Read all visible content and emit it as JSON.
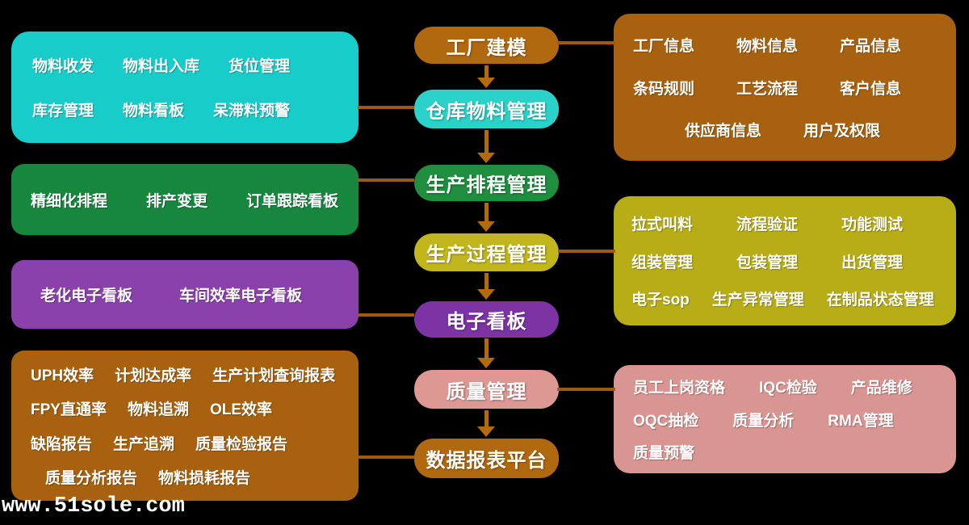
{
  "colors": {
    "background": "#000000",
    "box_brown": "#A8620F",
    "box_cyan": "#18CCCA",
    "box_green": "#17873E",
    "box_purple": "#8B41AB",
    "box_olive": "#B7AD16",
    "box_pink": "#D99591",
    "pill_brown": "#B0690F",
    "pill_cyan": "#2BD2C9",
    "pill_green": "#1F8E3F",
    "pill_olive": "#C1B71D",
    "pill_purple": "#7C34A4",
    "pill_pink": "#DD9894",
    "connector": "#9C5B10",
    "text": "#FFFFFF"
  },
  "watermark": "www.51sole.com",
  "flow_nodes": [
    {
      "label": "工厂建模"
    },
    {
      "label": "仓库物料管理"
    },
    {
      "label": "生产排程管理"
    },
    {
      "label": "生产过程管理"
    },
    {
      "label": "电子看板"
    },
    {
      "label": "质量管理"
    },
    {
      "label": "数据报表平台"
    }
  ],
  "left_panels": [
    {
      "rows": [
        [
          "物料收发",
          "物料出入库",
          "货位管理"
        ],
        [
          "库存管理",
          "物料看板",
          "呆滞料预警"
        ]
      ]
    },
    {
      "rows": [
        [
          "精细化排程",
          "排产变更",
          "订单跟踪看板"
        ]
      ]
    },
    {
      "rows": [
        [
          "老化电子看板",
          "车间效率电子看板"
        ]
      ]
    },
    {
      "rows": [
        [
          "UPH效率",
          "计划达成率",
          "生产计划查询报表"
        ],
        [
          "FPY直通率",
          "物料追溯",
          "OLE效率"
        ],
        [
          "缺陷报告",
          "生产追溯",
          "质量检验报告"
        ],
        [
          "质量分析报告",
          "物料损耗报告"
        ]
      ]
    }
  ],
  "right_panels": [
    {
      "rows": [
        [
          "工厂信息",
          "物料信息",
          "产品信息"
        ],
        [
          "条码规则",
          "工艺流程",
          "客户信息"
        ],
        [
          "供应商信息",
          "用户及权限"
        ]
      ]
    },
    {
      "rows": [
        [
          "拉式叫料",
          "流程验证",
          "功能测试"
        ],
        [
          "组装管理",
          "包装管理",
          "出货管理"
        ],
        [
          "电子sop",
          "生产异常管理",
          "在制品状态管理"
        ]
      ]
    },
    {
      "rows": [
        [
          "员工上岗资格",
          "IQC检验",
          "产品维修"
        ],
        [
          "OQC抽检",
          "质量分析",
          "RMA管理"
        ],
        [
          "质量预警"
        ]
      ]
    }
  ]
}
